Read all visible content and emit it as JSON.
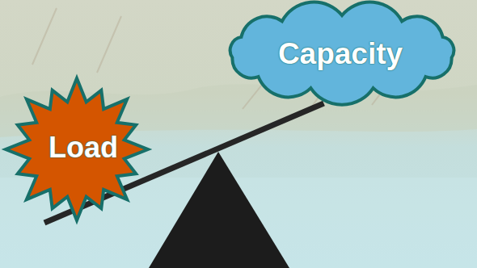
{
  "diagram": {
    "nodes": [
      {
        "text": [
          "Load"
        ]
      },
      {
        "text": [
          "Capacity"
        ]
      }
    ],
    "edges": [
      {
        "from": 0,
        "to": 1,
        "arrow": "none"
      }
    ]
  }
}
